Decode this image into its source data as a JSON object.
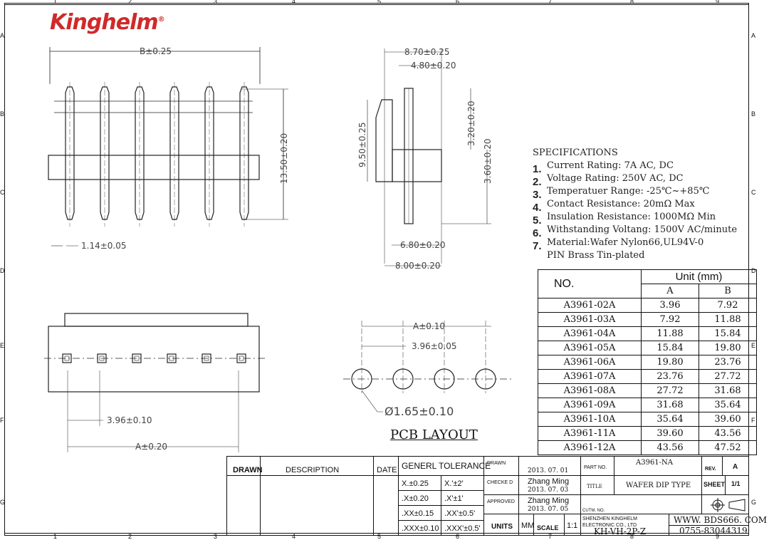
{
  "logo": {
    "text": "Kinghelm",
    "mark": "®",
    "color": "#d02a2a"
  },
  "zones": {
    "columns": [
      "1",
      "2",
      "3",
      "4",
      "5",
      "6",
      "7",
      "8",
      "9"
    ],
    "rows": [
      "A",
      "B",
      "C",
      "D",
      "E",
      "F",
      "G"
    ]
  },
  "front_view": {
    "dim_top": "B±0.25",
    "dim_height": "13.50±0.20",
    "dim_pin": "1.14±0.05"
  },
  "side_view": {
    "dim_a": "8.70±0.25",
    "dim_b": "4.80±0.20",
    "dim_c": "9.50±0.25",
    "dim_d": "3.20±0.20",
    "dim_e": "3.60±0.20",
    "dim_f": "6.80±0.20",
    "dim_g": "8.00±0.20"
  },
  "bottom_view": {
    "dim_pitch": "3.96±0.10",
    "dim_a": "A±0.20"
  },
  "pcb_layout": {
    "dim_a": "A±0.10",
    "dim_pitch": "3.96±0.05",
    "dim_hole": "Ø1.65±0.10",
    "label": "PCB LAYOUT"
  },
  "specifications": {
    "title": "SPECIFICATIONS",
    "items": [
      {
        "num": "1.",
        "text": "Current Rating: 7A AC, DC"
      },
      {
        "num": "2.",
        "text": "Voltage Rating: 250V AC, DC"
      },
      {
        "num": "3.",
        "text": "Temperatuer Range: -25℃~+85℃"
      },
      {
        "num": "4.",
        "text": "Contact Resistance: 20mΩ Max"
      },
      {
        "num": "5.",
        "text": "Insulation Resistance: 1000MΩ Min"
      },
      {
        "num": "6.",
        "text": "Withstanding Voltang: 1500V AC/minute"
      },
      {
        "num": "7.",
        "text": "Material:Wafer Nylon66,UL94V-0"
      }
    ],
    "extra": "PIN Brass Tin-plated"
  },
  "parts_table": {
    "header_no": "NO.",
    "header_unit": "Unit (mm)",
    "header_a": "A",
    "header_b": "B",
    "rows": [
      {
        "no": "A3961-02A",
        "a": "3.96",
        "b": "7.92"
      },
      {
        "no": "A3961-03A",
        "a": "7.92",
        "b": "11.88"
      },
      {
        "no": "A3961-04A",
        "a": "11.88",
        "b": "15.84"
      },
      {
        "no": "A3961-05A",
        "a": "15.84",
        "b": "19.80"
      },
      {
        "no": "A3961-06A",
        "a": "19.80",
        "b": "23.76"
      },
      {
        "no": "A3961-07A",
        "a": "23.76",
        "b": "27.72"
      },
      {
        "no": "A3961-08A",
        "a": "27.72",
        "b": "31.68"
      },
      {
        "no": "A3961-09A",
        "a": "31.68",
        "b": "35.64"
      },
      {
        "no": "A3961-10A",
        "a": "35.64",
        "b": "39.60"
      },
      {
        "no": "A3961-11A",
        "a": "39.60",
        "b": "43.56"
      },
      {
        "no": "A3961-12A",
        "a": "43.56",
        "b": "47.52"
      }
    ]
  },
  "title_block": {
    "drawn_hdr": "DRAWN",
    "desc_hdr": "DESCRIPTION",
    "date_hdr": "DATE",
    "tol_hdr": "GENERL TOLERANCE",
    "tol_rows": [
      {
        "lin": "X.±0.25",
        "ang": "X.'±2'"
      },
      {
        "lin": ".X±0.20",
        "ang": ".X'±1'"
      },
      {
        "lin": ".XX±0.15",
        "ang": ".XX'±0.5'"
      },
      {
        "lin": ".XXX±0.10",
        "ang": ".XXX'±0.5'"
      }
    ],
    "drawn_lbl": "DRAWN",
    "drawn_date": "2013. 07. 01",
    "checked_lbl": "CHECKE D",
    "checked_name": "Zhang Ming",
    "checked_date": "2013. 07. 03",
    "approved_lbl": "APPROVED",
    "approved_name": "Zhang Ming",
    "approved_date": "2013. 07. 05",
    "units_lbl": "UNITS",
    "units_val": "MM",
    "scale_lbl": "SCALE",
    "scale_val": "1:1",
    "part_no_lbl": "PART NO.",
    "part_no": "A3961-NA",
    "rev_lbl": "REV.",
    "rev": "A",
    "title_lbl": "TITLE",
    "title": "WAFER DIP TYPE",
    "sheet_lbl": "SHEET",
    "sheet": "1/1",
    "cutm_lbl": "CUTM. NO.",
    "company": "SHENZHEN KINGHELM ELECTRONIC CO., LTD",
    "website": "WWW. BDS666. COM",
    "model": "KH-VH-2P-Z",
    "phone": "0755-83044319"
  }
}
